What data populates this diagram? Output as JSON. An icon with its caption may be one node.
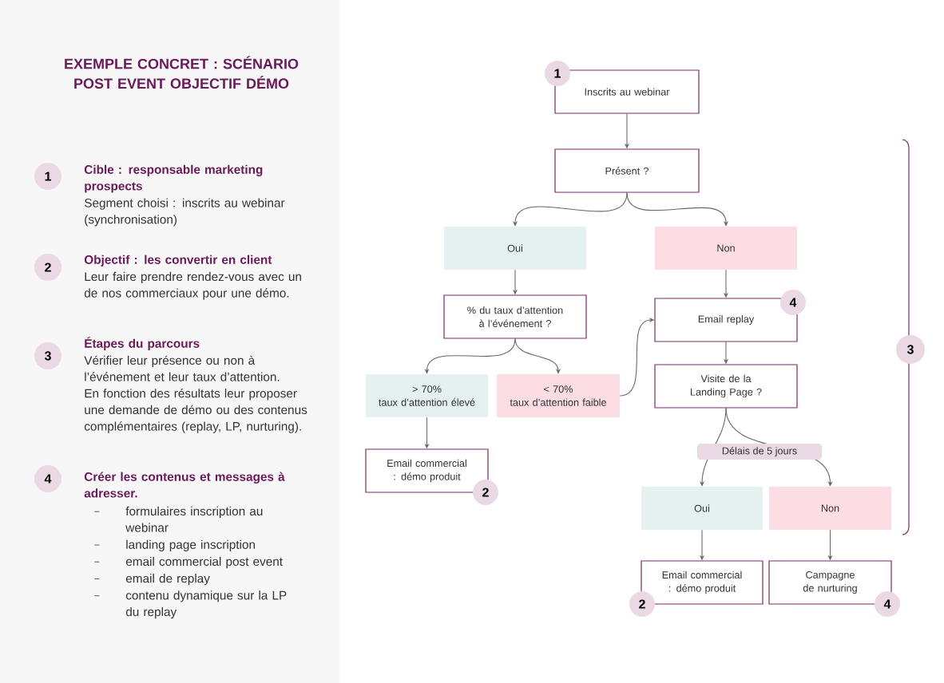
{
  "diagram": {
    "title": "EXEMPLE CONCRET : SCÉNARIO POST EVENT OBJECTIF DÉMO",
    "nodes": [
      {
        "text": [
          "1"
        ],
        "beside": [
          "Cible : responsable marketing prospects",
          "Segment choisi : inscrits au webinar (synchronisation)"
        ]
      },
      {
        "text": [
          "2"
        ],
        "beside": [
          "Objectif : les convertir en client",
          "Leur faire prendre rendez-vous avec un de nos commerciaux pour une démo."
        ]
      },
      {
        "text": [
          "3"
        ],
        "beside": [
          "Étapes du parcours",
          "Vérifier leur présence ou non à l’événement et leur taux d’attention. En fonction des résultats leur proposer une demande de démo ou des contenus complémentaires (replay, LP, nurturing)."
        ]
      },
      {
        "text": [
          "4"
        ],
        "beside": [
          "Créer les contenus et messages à adresser."
        ]
      },
      {
        "text": [
          "Inscrits au webinar"
        ]
      },
      {
        "text": [
          "1"
        ]
      },
      {
        "text": [
          "Présent ?"
        ]
      },
      {
        "text": [
          "Oui"
        ]
      },
      {
        "text": [
          "Non"
        ]
      },
      {
        "text": [
          "% du taux d’attention à l’événement ?"
        ]
      },
      {
        "text": [
          "> 70%",
          "taux d’attention élevé"
        ]
      },
      {
        "text": [
          "< 70%",
          "taux d’attention faible"
        ]
      },
      {
        "text": [
          "Email replay"
        ]
      },
      {
        "text": [
          "4"
        ]
      },
      {
        "text": [
          "Email commercial : démo produit"
        ]
      },
      {
        "text": [
          "2"
        ]
      },
      {
        "text": [
          "Visite de la Landing Page ?"
        ]
      },
      {
        "text": [
          "Oui"
        ]
      },
      {
        "text": [
          "Non"
        ]
      },
      {
        "text": [
          "Email commercial : démo produit"
        ]
      },
      {
        "text": [
          "2"
        ]
      },
      {
        "text": [
          "Campagne de nurturing"
        ]
      },
      {
        "text": [
          "4"
        ]
      },
      {
        "text": [
          "3"
        ]
      }
    ],
    "edges": [
      {
        "from": 4,
        "to": 6,
        "arrow": "to"
      },
      {
        "from": 6,
        "to": 7,
        "arrow": "to"
      },
      {
        "from": 6,
        "to": 8,
        "arrow": "to"
      },
      {
        "from": 7,
        "to": 9,
        "arrow": "to"
      },
      {
        "from": 8,
        "to": 12,
        "arrow": "to"
      },
      {
        "from": 9,
        "to": 10,
        "arrow": "to"
      },
      {
        "from": 9,
        "to": 11,
        "arrow": "to"
      },
      {
        "from": 10,
        "to": 14,
        "arrow": "to"
      },
      {
        "from": 11,
        "to": 12,
        "arrow": "to"
      },
      {
        "from": 12,
        "to": 16,
        "arrow": "to"
      },
      {
        "from": 16,
        "to": 17,
        "arrow": "to",
        "label": "Délais de 5 jours"
      },
      {
        "from": 16,
        "to": 18,
        "arrow": "to"
      },
      {
        "from": 17,
        "to": 19,
        "arrow": "to"
      },
      {
        "from": 18,
        "to": 21,
        "arrow": "to"
      }
    ],
    "labels": [
      "formulaires inscription au webinar",
      "landing page inscription",
      "email commercial post event",
      "email de replay",
      "contenu dynamique sur la LP du replay"
    ]
  }
}
